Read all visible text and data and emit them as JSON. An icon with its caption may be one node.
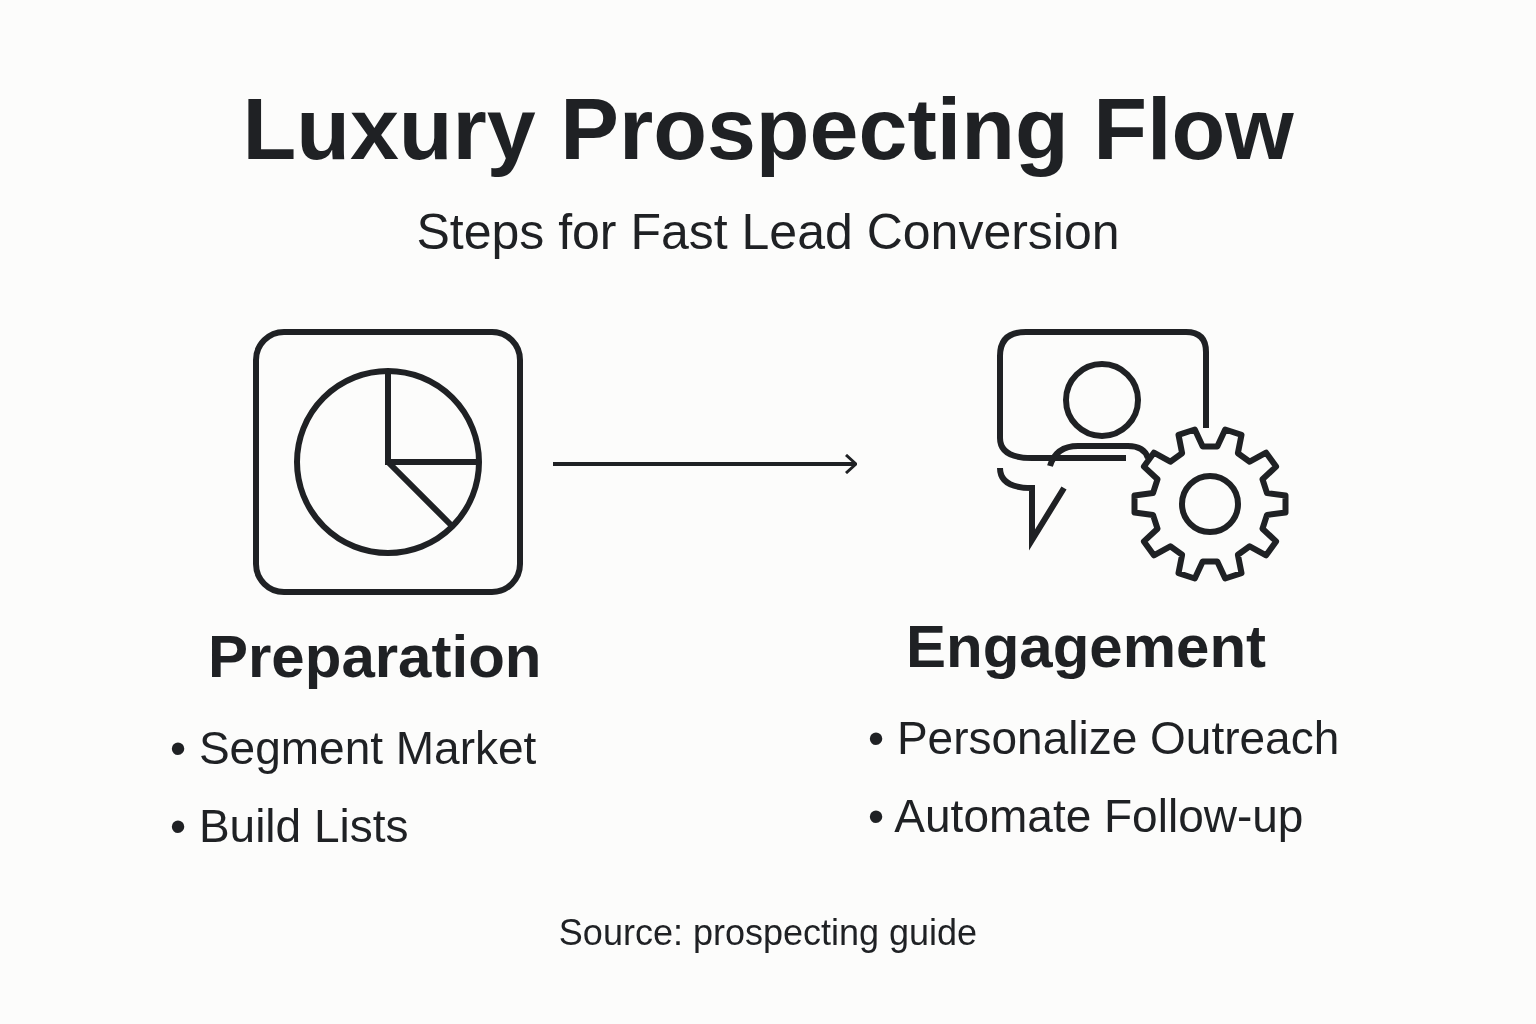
{
  "diagram": {
    "title": "Luxury Prospecting Flow",
    "caption": "Source: prospecting guide",
    "nodes": [
      {
        "text": [
          "Preparation",
          "• Segment Market",
          "• Build Lists"
        ]
      },
      {
        "text": [
          "Engagement",
          "• Personalize Outreach",
          "• Automate Follow-up"
        ]
      }
    ],
    "edges": [
      {
        "from": 0,
        "to": 1,
        "arrow": "to"
      }
    ],
    "labels": [
      "Steps for Fast Lead Conversion"
    ]
  }
}
